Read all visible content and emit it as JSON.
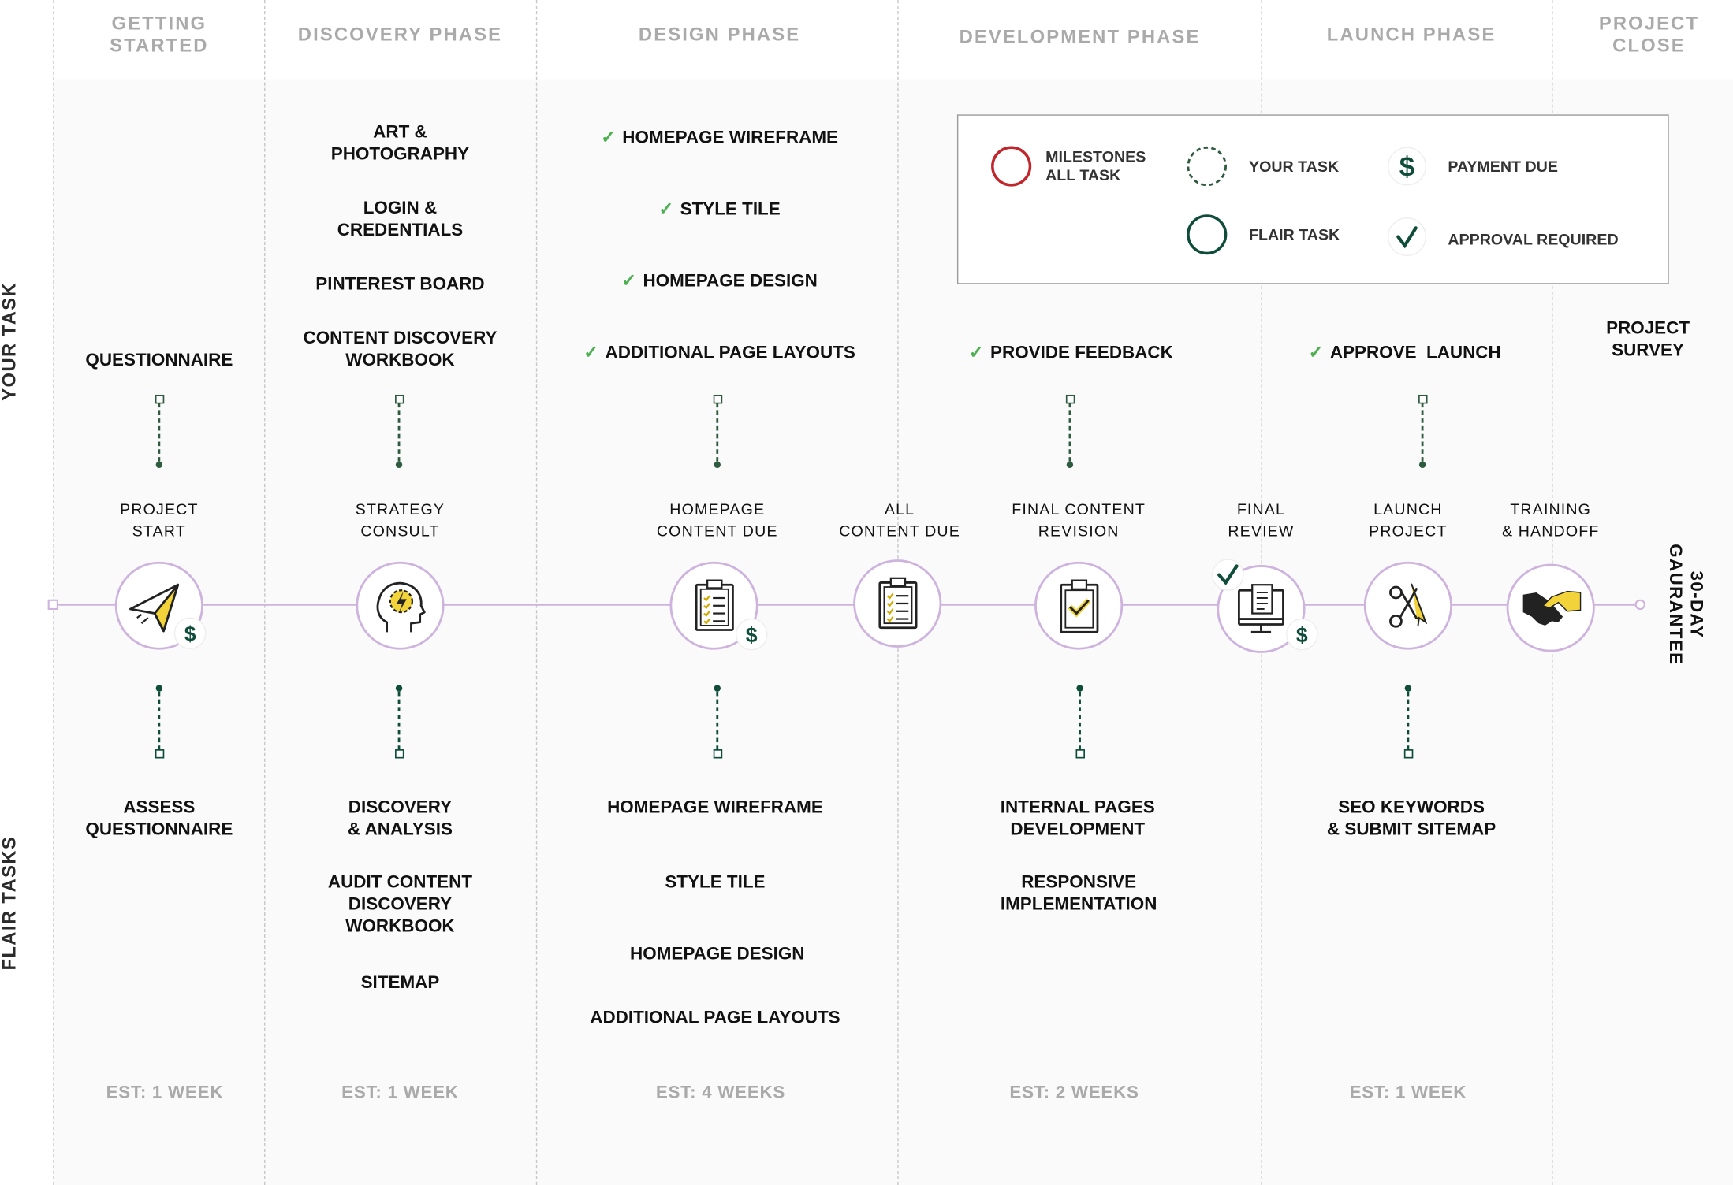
{
  "colors": {
    "track": "#cdb3dd",
    "flair_green": "#0f4d3a",
    "your_green": "#2e5a3e",
    "accent_yellow": "#f2d43a",
    "check_green": "#4caf50",
    "milestone_red": "#c0272d",
    "phase_gray": "#aaaaaa"
  },
  "phases": {
    "getting_started": [
      "GETTING",
      "STARTED"
    ],
    "discovery": "DISCOVERY PHASE",
    "design": "DESIGN PHASE",
    "development": "DEVELOPMENT PHASE",
    "launch": "LAUNCH PHASE",
    "project_close": [
      "PROJECT",
      "CLOSE"
    ]
  },
  "side_labels": {
    "your_task": "YOUR TASK",
    "flair_tasks": "FLAIR TASKS"
  },
  "your_tasks": {
    "getting_started": [
      "QUESTIONNAIRE"
    ],
    "discovery": [
      [
        "ART &",
        "PHOTOGRAPHY"
      ],
      [
        "LOGIN &",
        "CREDENTIALS"
      ],
      [
        "PINTEREST BOARD"
      ],
      [
        "CONTENT DISCOVERY",
        "WORKBOOK"
      ]
    ],
    "design": [
      "HOMEPAGE WIREFRAME",
      "STYLE TILE",
      "HOMEPAGE DESIGN",
      "ADDITIONAL PAGE LAYOUTS"
    ],
    "development": [
      "PROVIDE FEEDBACK"
    ],
    "launch": [
      "APPROVE  LAUNCH"
    ],
    "project_close": [
      "PROJECT",
      "SURVEY"
    ]
  },
  "milestones": [
    {
      "label": [
        "PROJECT",
        "START"
      ],
      "icon": "paper-plane-icon",
      "payment_due": true,
      "approval": false
    },
    {
      "label": [
        "STRATEGY",
        "CONSULT"
      ],
      "icon": "head-lightning-icon",
      "payment_due": false,
      "approval": false
    },
    {
      "label": [
        "HOMEPAGE",
        "CONTENT DUE"
      ],
      "icon": "clipboard-checklist-icon",
      "payment_due": true,
      "approval": false
    },
    {
      "label": [
        "ALL",
        "CONTENT DUE"
      ],
      "icon": "clipboard-checklist-icon",
      "payment_due": false,
      "approval": false
    },
    {
      "label": [
        "FINAL CONTENT",
        "REVISION"
      ],
      "icon": "clipboard-check-icon",
      "payment_due": false,
      "approval": false
    },
    {
      "label": [
        "FINAL",
        "REVIEW"
      ],
      "icon": "monitor-document-icon",
      "payment_due": true,
      "approval": true
    },
    {
      "label": [
        "LAUNCH",
        "PROJECT"
      ],
      "icon": "ribbon-cutting-icon",
      "payment_due": false,
      "approval": false
    },
    {
      "label": [
        "TRAINING",
        "& HANDOFF"
      ],
      "icon": "handshake-icon",
      "payment_due": false,
      "approval": false
    }
  ],
  "guarantee": [
    "30-DAY",
    "GAURANTEE"
  ],
  "flair_tasks": {
    "getting_started": [
      [
        "ASSESS",
        "QUESTIONNAIRE"
      ]
    ],
    "discovery": [
      [
        "DISCOVERY",
        "& ANALYSIS"
      ],
      [
        "AUDIT CONTENT",
        "DISCOVERY",
        "WORKBOOK"
      ],
      [
        "SITEMAP"
      ]
    ],
    "design": [
      "HOMEPAGE WIREFRAME",
      "STYLE TILE",
      "HOMEPAGE DESIGN",
      "ADDITIONAL PAGE LAYOUTS"
    ],
    "development": [
      [
        "INTERNAL PAGES",
        "DEVELOPMENT"
      ],
      [
        "RESPONSIVE",
        "IMPLEMENTATION"
      ]
    ],
    "launch": [
      [
        "SEO KEYWORDS",
        "& SUBMIT SITEMAP"
      ]
    ]
  },
  "estimates": {
    "getting_started": "EST: 1 WEEK",
    "discovery": "EST: 1 WEEK",
    "design": "EST: 4 WEEKS",
    "development": "EST: 2 WEEKS",
    "launch": "EST: 1 WEEK"
  },
  "legend": {
    "milestones": [
      "MILESTONES",
      "ALL TASK"
    ],
    "your_task": "YOUR TASK",
    "flair_task": "FLAIR TASK",
    "payment_due": "PAYMENT DUE",
    "approval_required": "APPROVAL REQUIRED",
    "dollar_symbol": "$",
    "check_symbol": "✓"
  }
}
